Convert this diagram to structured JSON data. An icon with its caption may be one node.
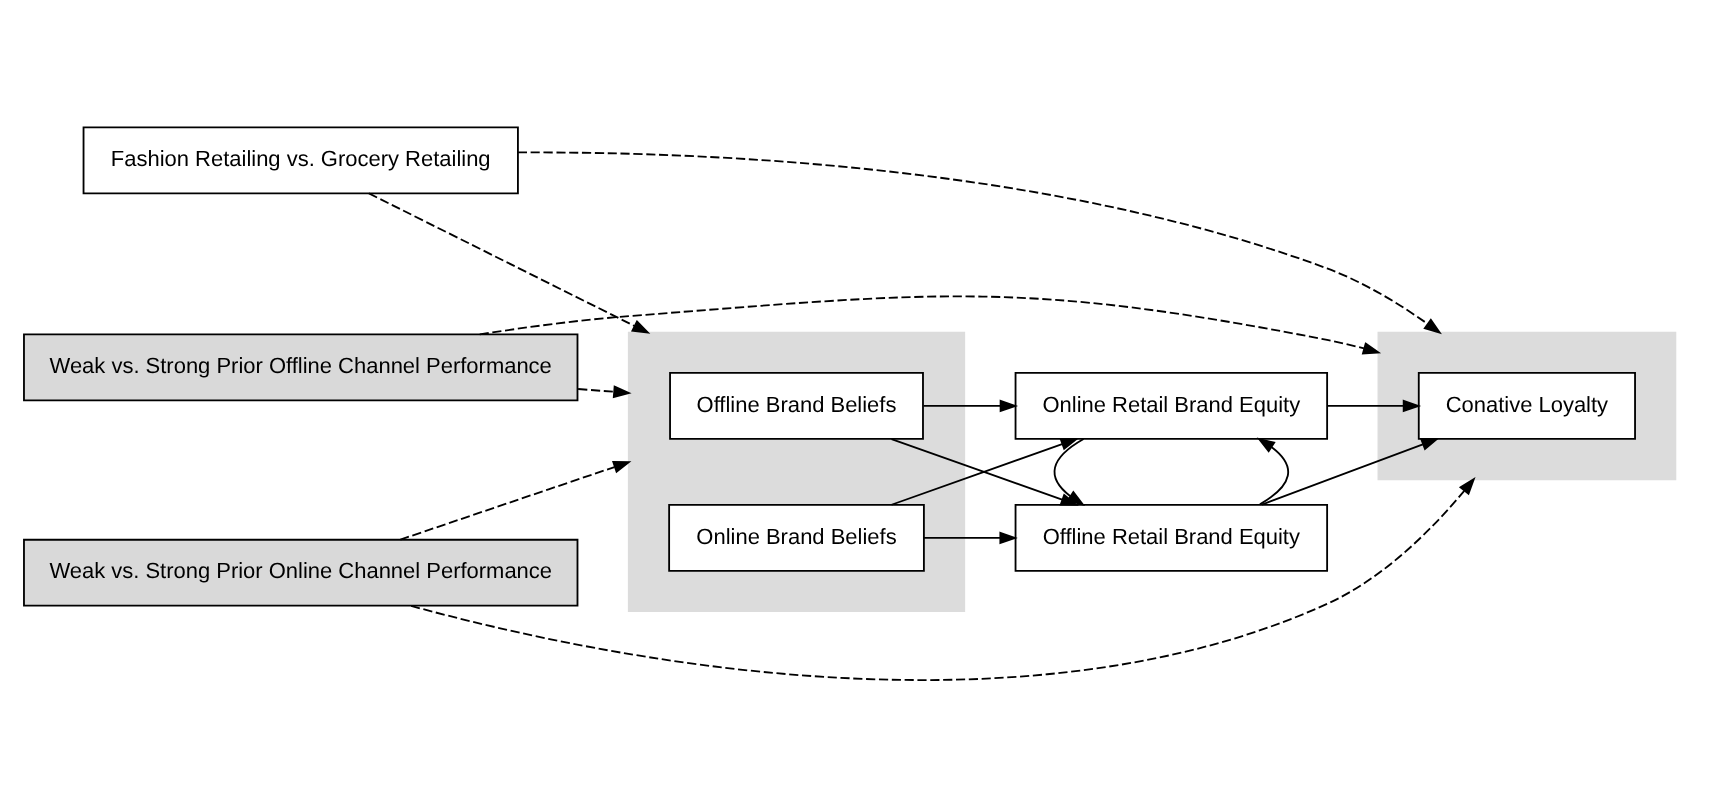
{
  "diagram": {
    "nodes": [
      {
        "text": [
          "Fashion Retailing vs. Grocery Retailing"
        ]
      },
      {
        "text": [
          "Weak vs. Strong Prior Offline Channel Performance"
        ]
      },
      {
        "text": [
          "Weak vs. Strong Prior Online Channel Performance"
        ]
      },
      {
        "text": [],
        "shape": "box"
      },
      {
        "text": [
          "Offline Brand Beliefs"
        ],
        "in": 3
      },
      {
        "text": [
          "Online Brand Beliefs"
        ],
        "in": 3
      },
      {
        "text": [
          "Offline Retail Brand Equity"
        ]
      },
      {
        "text": [
          "Online Retail Brand Equity"
        ]
      },
      {
        "text": [],
        "shape": "box"
      },
      {
        "text": [
          "Conative Loyalty"
        ],
        "in": 8
      }
    ],
    "edges": [
      {
        "from": 0,
        "to": 3,
        "arrow": "to",
        "style": "dashed"
      },
      {
        "from": 0,
        "to": 8,
        "arrow": "to",
        "style": "dashed"
      },
      {
        "from": 1,
        "to": 8,
        "arrow": "to",
        "style": "dashed"
      },
      {
        "from": 1,
        "to": 3,
        "arrow": "to",
        "style": "dashed"
      },
      {
        "from": 2,
        "to": 3,
        "arrow": "to",
        "style": "dashed"
      },
      {
        "from": 2,
        "to": 8,
        "arrow": "to",
        "style": "dashed"
      },
      {
        "from": 4,
        "to": 6,
        "arrow": "to"
      },
      {
        "from": 4,
        "to": 7,
        "arrow": "to"
      },
      {
        "from": 5,
        "to": 6,
        "arrow": "to"
      },
      {
        "from": 5,
        "to": 7,
        "arrow": "to"
      },
      {
        "from": 6,
        "to": 7,
        "arrow": "to"
      },
      {
        "from": 7,
        "to": 6,
        "arrow": "to"
      },
      {
        "from": 6,
        "to": 9,
        "arrow": "to"
      },
      {
        "from": 7,
        "to": 9,
        "arrow": "to"
      }
    ]
  }
}
